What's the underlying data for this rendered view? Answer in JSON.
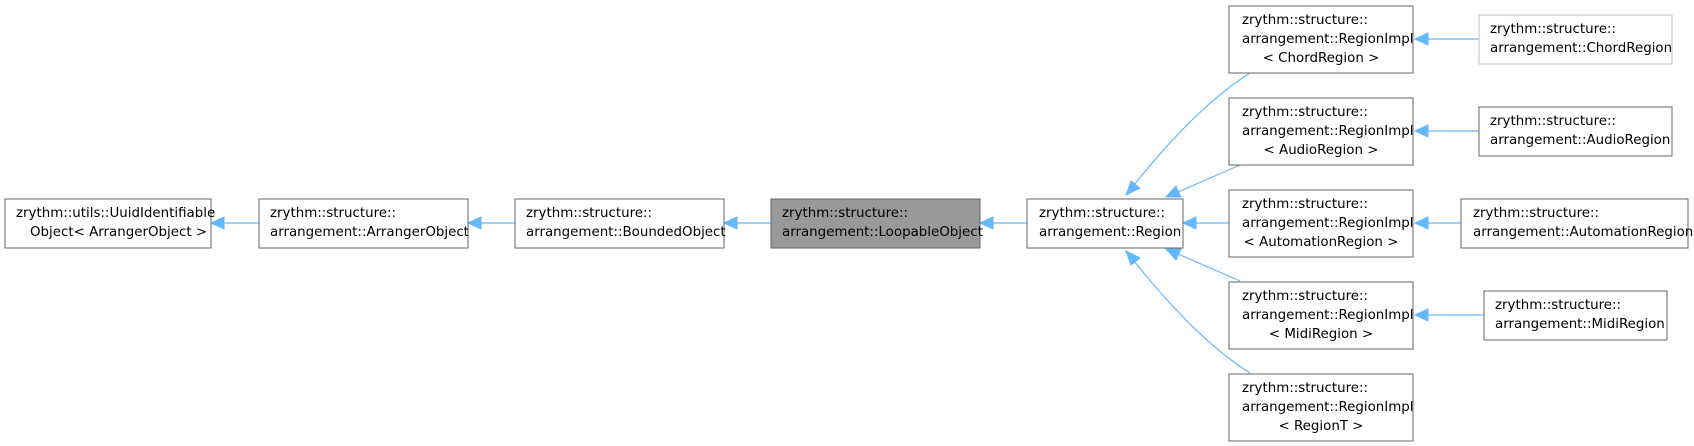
{
  "colors": {
    "edge": "#63b8ff",
    "highlight_fill": "#999999",
    "box_border": "#666666",
    "box_border_light": "#bfbfbf"
  },
  "nodes": {
    "uuid_identifiable": {
      "lines": [
        "zrythm::utils::UuidIdentifiable",
        "Object< ArrangerObject >"
      ]
    },
    "arranger_object": {
      "lines": [
        "zrythm::structure::",
        "arrangement::ArrangerObject"
      ]
    },
    "bounded_object": {
      "lines": [
        "zrythm::structure::",
        "arrangement::BoundedObject"
      ]
    },
    "loopable_object": {
      "lines": [
        "zrythm::structure::",
        "arrangement::LoopableObject"
      ]
    },
    "region": {
      "lines": [
        "zrythm::structure::",
        "arrangement::Region"
      ]
    },
    "region_impl_chord": {
      "lines": [
        "zrythm::structure::",
        "arrangement::RegionImpl",
        "< ChordRegion >"
      ]
    },
    "region_impl_audio": {
      "lines": [
        "zrythm::structure::",
        "arrangement::RegionImpl",
        "< AudioRegion >"
      ]
    },
    "region_impl_automation": {
      "lines": [
        "zrythm::structure::",
        "arrangement::RegionImpl",
        "< AutomationRegion >"
      ]
    },
    "region_impl_midi": {
      "lines": [
        "zrythm::structure::",
        "arrangement::RegionImpl",
        "< MidiRegion >"
      ]
    },
    "region_impl_t": {
      "lines": [
        "zrythm::structure::",
        "arrangement::RegionImpl",
        "< RegionT >"
      ]
    },
    "chord_region": {
      "lines": [
        "zrythm::structure::",
        "arrangement::ChordRegion"
      ]
    },
    "audio_region": {
      "lines": [
        "zrythm::structure::",
        "arrangement::AudioRegion"
      ]
    },
    "automation_region": {
      "lines": [
        "zrythm::structure::",
        "arrangement::AutomationRegion"
      ]
    },
    "midi_region": {
      "lines": [
        "zrythm::structure::",
        "arrangement::MidiRegion"
      ]
    }
  }
}
